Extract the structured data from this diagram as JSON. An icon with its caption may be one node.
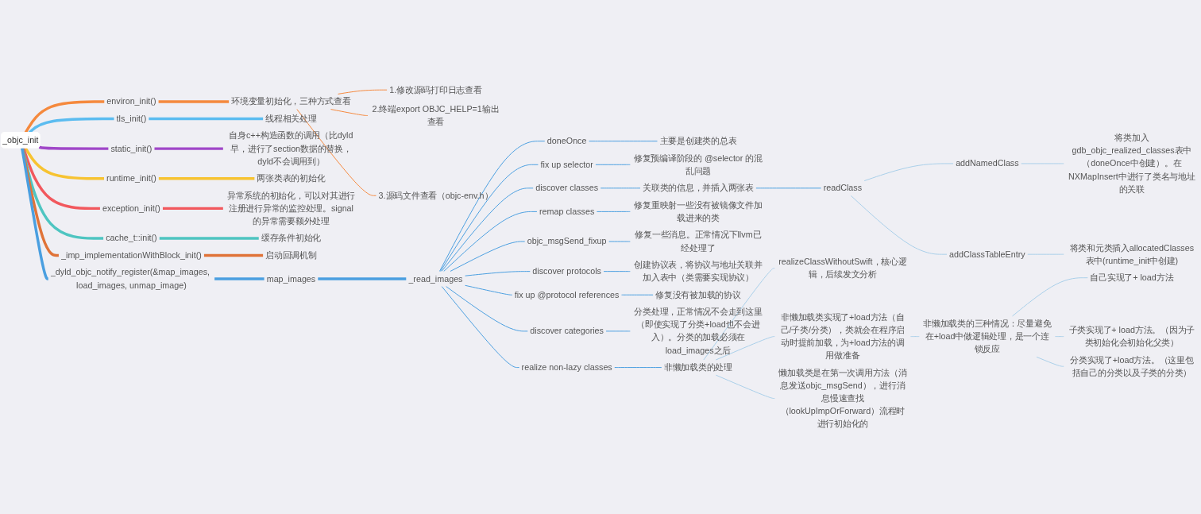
{
  "diagram": {
    "nodes": [
      {
        "text": [
          "_objc_init"
        ]
      },
      {
        "text": [
          "environ_init()"
        ]
      },
      {
        "text": [
          "环境变量初始化，三种方式查看"
        ]
      },
      {
        "text": [
          "1.修改源码打印日志查看"
        ]
      },
      {
        "text": [
          "2.终端export OBJC_HELP=1输出查看"
        ]
      },
      {
        "text": [
          "3.源码文件查看（objc-env.h）"
        ]
      },
      {
        "text": [
          "tls_init()"
        ]
      },
      {
        "text": [
          "线程相关处理"
        ]
      },
      {
        "text": [
          "static_init()"
        ]
      },
      {
        "text": [
          "自身c++构造函数的调用（比dyld早，进行了section数据的替换，dyld不会调用到）"
        ]
      },
      {
        "text": [
          "runtime_init()"
        ]
      },
      {
        "text": [
          "两张类表的初始化"
        ]
      },
      {
        "text": [
          "exception_init()"
        ]
      },
      {
        "text": [
          "异常系统的初始化，可以对其进行注册进行异常的监控处理。signal的异常需要额外处理"
        ]
      },
      {
        "text": [
          "cache_t::init()"
        ]
      },
      {
        "text": [
          "缓存条件初始化"
        ]
      },
      {
        "text": [
          "_imp_implementationWithBlock_init()"
        ]
      },
      {
        "text": [
          "启动回调机制"
        ]
      },
      {
        "text": [
          "_dyld_objc_notify_register(&map_images, load_images, unmap_image)"
        ]
      },
      {
        "text": [
          "map_images"
        ]
      },
      {
        "text": [
          "_read_images"
        ]
      },
      {
        "text": [
          "doneOnce"
        ]
      },
      {
        "text": [
          "主要是创建类的总表"
        ]
      },
      {
        "text": [
          "fix up selector"
        ]
      },
      {
        "text": [
          "修复预编译阶段的 @selector 的混乱问题"
        ]
      },
      {
        "text": [
          "discover classes"
        ]
      },
      {
        "text": [
          "关联类的信息，并插入两张表"
        ]
      },
      {
        "text": [
          "readClass"
        ]
      },
      {
        "text": [
          "addNamedClass"
        ]
      },
      {
        "text": [
          "将类加入gdb_objc_realized_classes表中（doneOnce中创建）。在NXMapInsert中进行了类名与地址的关联"
        ]
      },
      {
        "text": [
          "addClassTableEntry"
        ]
      },
      {
        "text": [
          "将类和元类插入allocatedClasses表中(runtime_init中创建)"
        ]
      },
      {
        "text": [
          "remap classes"
        ]
      },
      {
        "text": [
          "修复重映射一些没有被镜像文件加载进来的类"
        ]
      },
      {
        "text": [
          "objc_msgSend_fixup"
        ]
      },
      {
        "text": [
          "修复一些消息。正常情况下llvm已经处理了"
        ]
      },
      {
        "text": [
          "discover protocols"
        ]
      },
      {
        "text": [
          "创建协议表，将协议与地址关联并加入表中（类需要实现协议）"
        ]
      },
      {
        "text": [
          "fix up @protocol references"
        ]
      },
      {
        "text": [
          "修复没有被加载的协议"
        ]
      },
      {
        "text": [
          "discover categories"
        ]
      },
      {
        "text": [
          "分类处理，正常情况不会走到这里（即使实现了分类+load也不会进入）。分类的加载必须在load_images之后"
        ]
      },
      {
        "text": [
          "realize non-lazy classes"
        ]
      },
      {
        "text": [
          "非懒加载类的处理"
        ]
      },
      {
        "text": [
          "realizeClassWithoutSwift，核心逻辑，后续发文分析"
        ]
      },
      {
        "text": [
          "非懒加载类实现了+load方法（自己/子类/分类），类就会在程序启动时提前加载，为+load方法的调用做准备"
        ]
      },
      {
        "text": [
          "非懒加载类的三种情况：尽量避免在+load中做逻辑处理，是一个连锁反应"
        ]
      },
      {
        "text": [
          "自己实现了+ load方法"
        ]
      },
      {
        "text": [
          "子类实现了+ load方法。（因为子类初始化会初始化父类）"
        ]
      },
      {
        "text": [
          "分类实现了+load方法。（这里包括自己的分类以及子类的分类）"
        ]
      },
      {
        "text": [
          "懒加载类是在第一次调用方法（消息发送objc_msgSend），进行消息慢速查找（lookUpImpOrForward）流程时进行初始化的"
        ]
      }
    ],
    "edges": [
      {
        "from": 0,
        "to": 1,
        "arrow": "none",
        "style": "thick",
        "color": "#f5893d"
      },
      {
        "from": 1,
        "to": 2,
        "arrow": "none",
        "style": "thick",
        "color": "#f5893d"
      },
      {
        "from": 2,
        "to": 3,
        "arrow": "none",
        "color": "#f5893d"
      },
      {
        "from": 2,
        "to": 4,
        "arrow": "none",
        "color": "#f5893d"
      },
      {
        "from": 2,
        "to": 5,
        "arrow": "none",
        "color": "#f5893d"
      },
      {
        "from": 0,
        "to": 6,
        "arrow": "none",
        "style": "thick",
        "color": "#5bbcf0"
      },
      {
        "from": 6,
        "to": 7,
        "arrow": "none",
        "style": "thick",
        "color": "#5bbcf0"
      },
      {
        "from": 0,
        "to": 8,
        "arrow": "none",
        "style": "thick",
        "color": "#a047c8"
      },
      {
        "from": 8,
        "to": 9,
        "arrow": "none",
        "style": "thick",
        "color": "#a047c8"
      },
      {
        "from": 0,
        "to": 10,
        "arrow": "none",
        "style": "thick",
        "color": "#f7c331"
      },
      {
        "from": 10,
        "to": 11,
        "arrow": "none",
        "style": "thick",
        "color": "#f7c331"
      },
      {
        "from": 0,
        "to": 12,
        "arrow": "none",
        "style": "thick",
        "color": "#f2585d"
      },
      {
        "from": 12,
        "to": 13,
        "arrow": "none",
        "style": "thick",
        "color": "#f2585d"
      },
      {
        "from": 0,
        "to": 14,
        "arrow": "none",
        "style": "thick",
        "color": "#4ec5c1"
      },
      {
        "from": 14,
        "to": 15,
        "arrow": "none",
        "style": "thick",
        "color": "#4ec5c1"
      },
      {
        "from": 0,
        "to": 16,
        "arrow": "none",
        "style": "thick",
        "color": "#e07338"
      },
      {
        "from": 16,
        "to": 17,
        "arrow": "none",
        "style": "thick",
        "color": "#e07338"
      },
      {
        "from": 0,
        "to": 18,
        "arrow": "none",
        "style": "thick"
      },
      {
        "from": 18,
        "to": 19,
        "arrow": "none",
        "style": "thick"
      },
      {
        "from": 19,
        "to": 20,
        "arrow": "none",
        "style": "thick"
      },
      {
        "from": 20,
        "to": 21,
        "arrow": "none"
      },
      {
        "from": 21,
        "to": 22,
        "arrow": "none"
      },
      {
        "from": 20,
        "to": 23,
        "arrow": "none"
      },
      {
        "from": 23,
        "to": 24,
        "arrow": "none"
      },
      {
        "from": 20,
        "to": 25,
        "arrow": "none"
      },
      {
        "from": 25,
        "to": 26,
        "arrow": "none"
      },
      {
        "from": 26,
        "to": 27,
        "arrow": "none"
      },
      {
        "from": 27,
        "to": 28,
        "arrow": "none",
        "color": "#a9cfe9"
      },
      {
        "from": 28,
        "to": 29,
        "arrow": "none",
        "color": "#a9cfe9"
      },
      {
        "from": 27,
        "to": 30,
        "arrow": "none",
        "color": "#a9cfe9"
      },
      {
        "from": 30,
        "to": 31,
        "arrow": "none",
        "color": "#a9cfe9"
      },
      {
        "from": 20,
        "to": 32,
        "arrow": "none"
      },
      {
        "from": 32,
        "to": 33,
        "arrow": "none"
      },
      {
        "from": 20,
        "to": 34,
        "arrow": "none"
      },
      {
        "from": 34,
        "to": 35,
        "arrow": "none"
      },
      {
        "from": 20,
        "to": 36,
        "arrow": "none"
      },
      {
        "from": 36,
        "to": 37,
        "arrow": "none"
      },
      {
        "from": 20,
        "to": 38,
        "arrow": "none"
      },
      {
        "from": 38,
        "to": 39,
        "arrow": "none"
      },
      {
        "from": 20,
        "to": 40,
        "arrow": "none"
      },
      {
        "from": 40,
        "to": 41,
        "arrow": "none"
      },
      {
        "from": 20,
        "to": 42,
        "arrow": "none"
      },
      {
        "from": 42,
        "to": 43,
        "arrow": "none"
      },
      {
        "from": 43,
        "to": 44,
        "arrow": "none",
        "color": "#a9cfe9"
      },
      {
        "from": 43,
        "to": 45,
        "arrow": "none",
        "color": "#a9cfe9"
      },
      {
        "from": 45,
        "to": 46,
        "arrow": "none",
        "color": "#a9cfe9"
      },
      {
        "from": 46,
        "to": 47,
        "arrow": "none",
        "color": "#a9cfe9"
      },
      {
        "from": 46,
        "to": 48,
        "arrow": "none",
        "color": "#a9cfe9"
      },
      {
        "from": 46,
        "to": 49,
        "arrow": "none",
        "color": "#a9cfe9"
      },
      {
        "from": 43,
        "to": 50,
        "arrow": "none",
        "color": "#a9cfe9"
      }
    ]
  }
}
